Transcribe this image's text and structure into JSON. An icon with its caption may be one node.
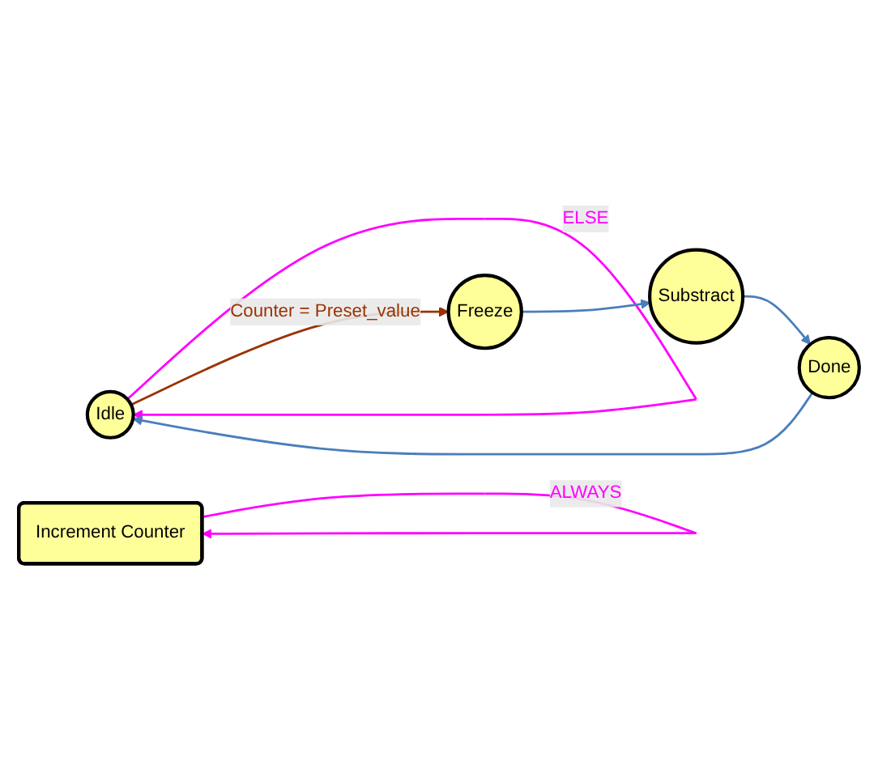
{
  "diagram": {
    "nodes": [
      {
        "text": [
          "Idle"
        ]
      },
      {
        "text": [
          "Freeze"
        ]
      },
      {
        "text": [
          "Increment Counter"
        ]
      },
      {
        "text": [
          "Done"
        ]
      },
      {
        "text": [
          "Substract"
        ]
      }
    ],
    "edges": [
      {
        "from": 0,
        "to": 0,
        "arrow": "to",
        "label": "ELSE",
        "color": "#ff00ff"
      },
      {
        "from": 0,
        "to": 1,
        "arrow": "to",
        "label": "Counter = Preset_value",
        "color": "#993300"
      },
      {
        "from": 1,
        "to": 4,
        "arrow": "to"
      },
      {
        "from": 4,
        "to": 3,
        "arrow": "to"
      },
      {
        "from": 3,
        "to": 0,
        "arrow": "to"
      },
      {
        "from": 2,
        "to": 2,
        "arrow": "to",
        "label": "ALWAYS",
        "color": "#ff00ff"
      }
    ]
  }
}
